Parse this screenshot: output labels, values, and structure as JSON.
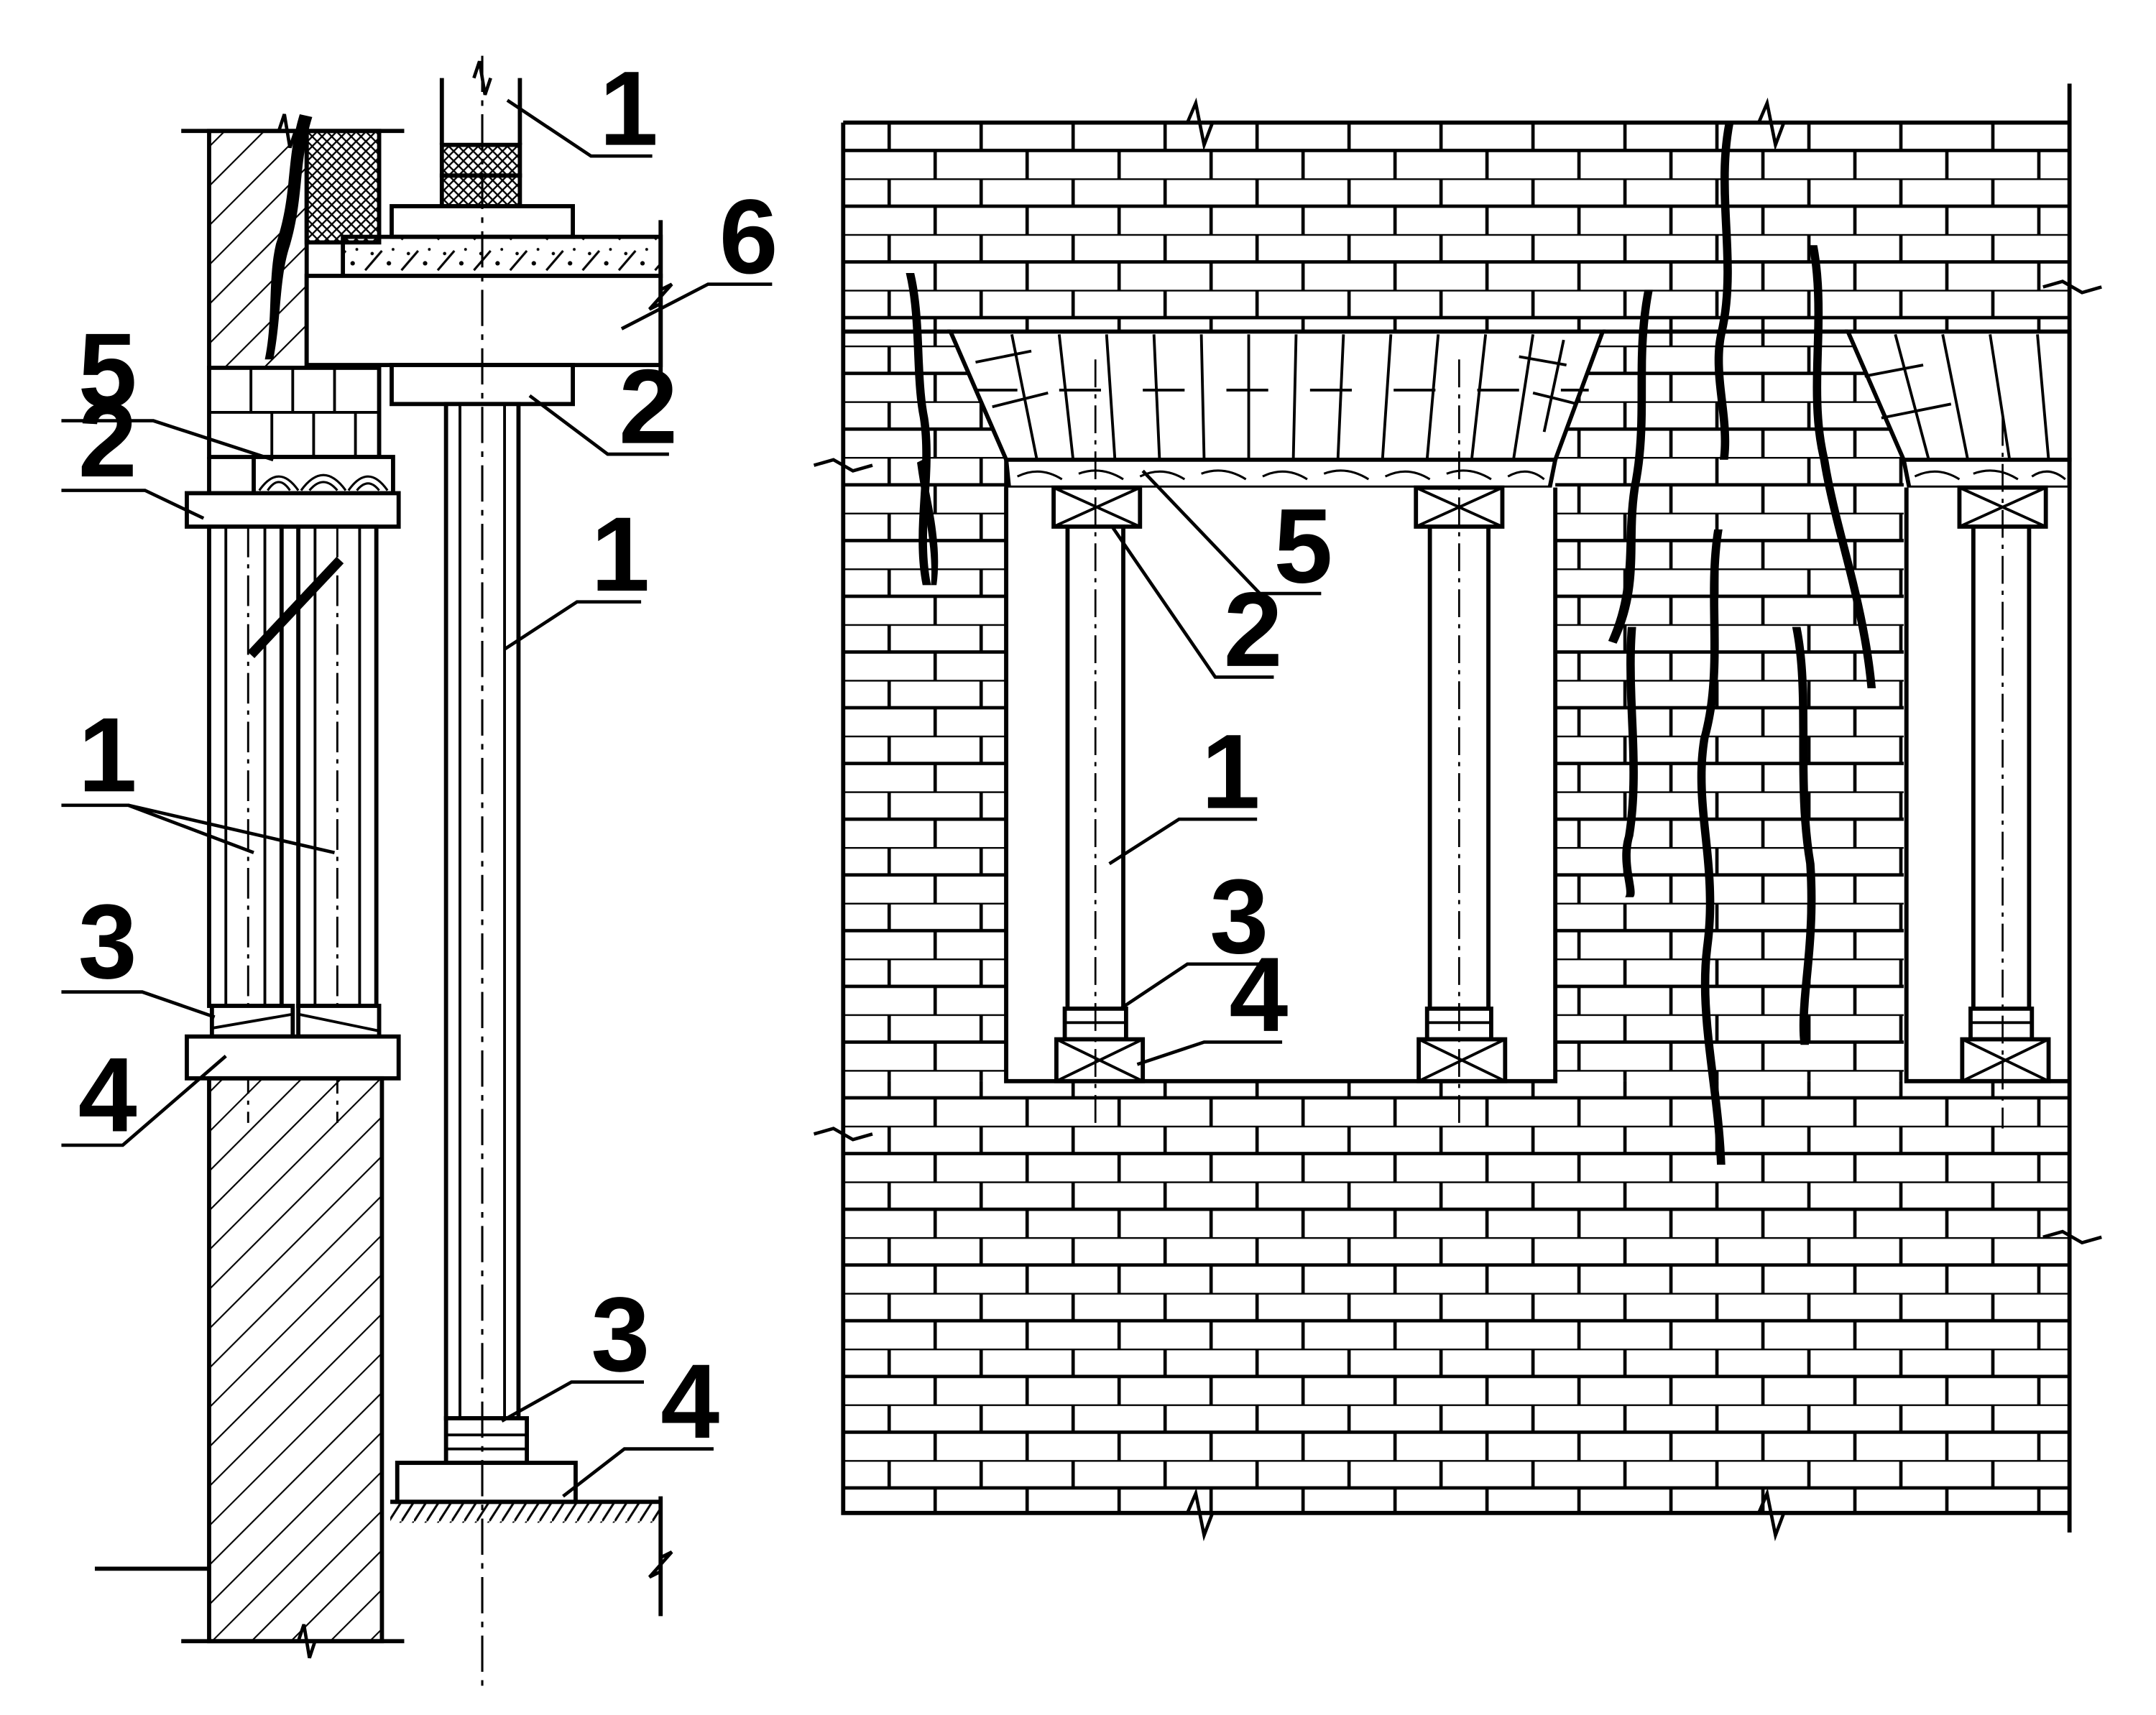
{
  "labels": {
    "left_section": {
      "post_pair": "1",
      "top_beam": "2",
      "wedges": "3",
      "base_beam": "4",
      "timber_plate": "5"
    },
    "floor_section": {
      "post_top": "1",
      "slab": "6",
      "beam": "2",
      "post": "1",
      "wedges": "3",
      "base": "4"
    },
    "elevation": {
      "timber_plate": "5",
      "top_beam": "2",
      "post": "1",
      "wedges": "3",
      "base_beam": "4"
    }
  }
}
